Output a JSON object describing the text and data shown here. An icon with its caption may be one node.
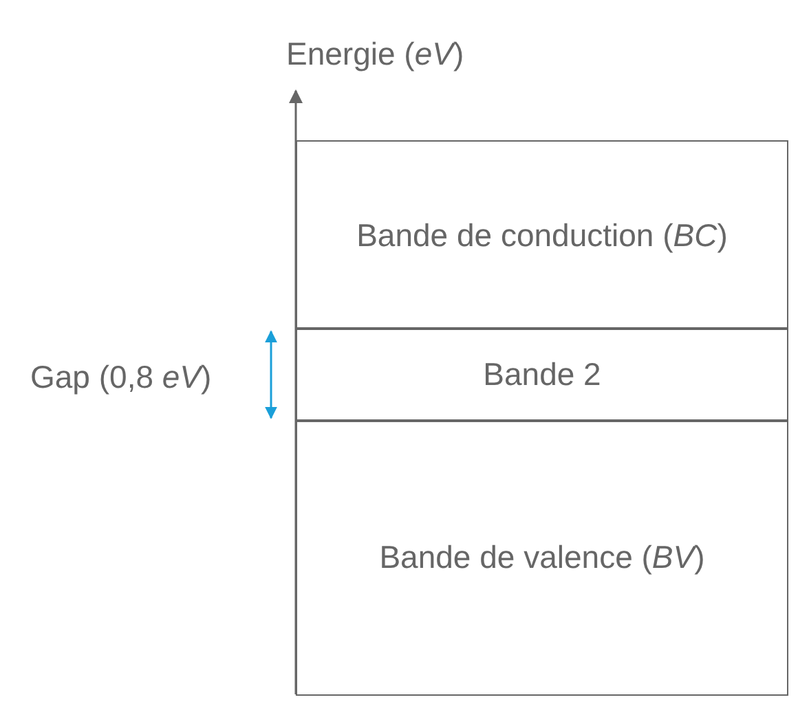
{
  "diagram": {
    "nodes": [
      {
        "text": [
          "Bande de conduction (*BC*)"
        ]
      },
      {
        "text": [
          "Bande 2"
        ]
      },
      {
        "text": [
          "Bande de valence (*BV*)"
        ]
      }
    ],
    "labels": [
      "Energie (*eV*)",
      "Gap (0,8 *eV*)"
    ]
  }
}
